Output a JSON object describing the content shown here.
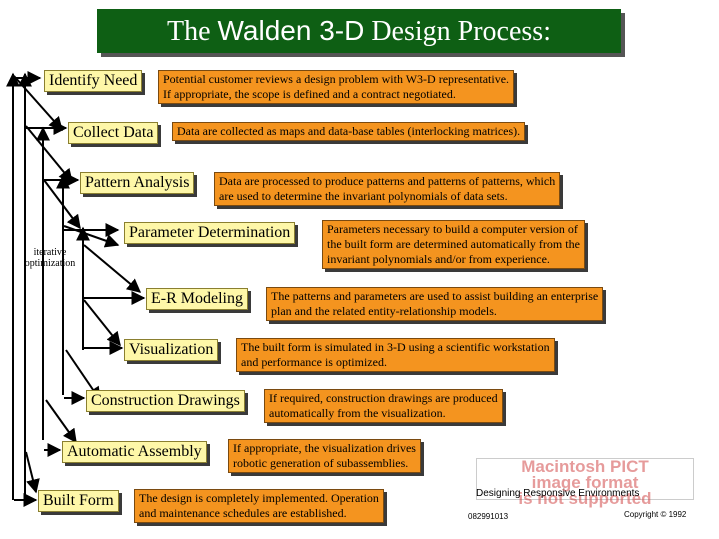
{
  "title": {
    "part1": "The ",
    "part2": "Walden 3-D",
    "part3": " Design Process:"
  },
  "stages": [
    {
      "name": "Identify Need",
      "description": "Potential customer reviews a design problem with W3-D representative.\nIf appropriate, the scope is defined and a contract negotiated."
    },
    {
      "name": "Collect Data",
      "description": "Data are collected as maps and data-base tables (interlocking matrices)."
    },
    {
      "name": "Pattern Analysis",
      "description": "Data are processed to produce patterns and patterns of patterns, which\nare used to determine the invariant polynomials of data sets."
    },
    {
      "name": "Parameter Determination",
      "description": "Parameters necessary to build a computer version of\nthe built form are determined automatically from the\ninvariant polynomials and/or from experience."
    },
    {
      "name": "E-R Modeling",
      "description": "The patterns and parameters are used to assist building an enterprise\nplan and the related entity-relationship models."
    },
    {
      "name": "Visualization",
      "description": "The built form is simulated in 3-D using a scientific workstation\nand performance is optimized."
    },
    {
      "name": "Construction Drawings",
      "description": "If required, construction drawings are produced\nautomatically from the visualization."
    },
    {
      "name": "Automatic Assembly",
      "description": "If appropriate, the visualization drives\nrobotic generation of subassemblies."
    },
    {
      "name": "Built Form",
      "description": "The design is completely implemented.  Operation\nand maintenance schedules are established."
    }
  ],
  "feedback_label": "iterative\noptimization",
  "placeholder_image_text": "Macintosh PICT\nimage format\nis not supported",
  "footer": {
    "org": "Designing Responsive Environments",
    "code": "082991013",
    "copyright": "Copyright © 1992"
  }
}
